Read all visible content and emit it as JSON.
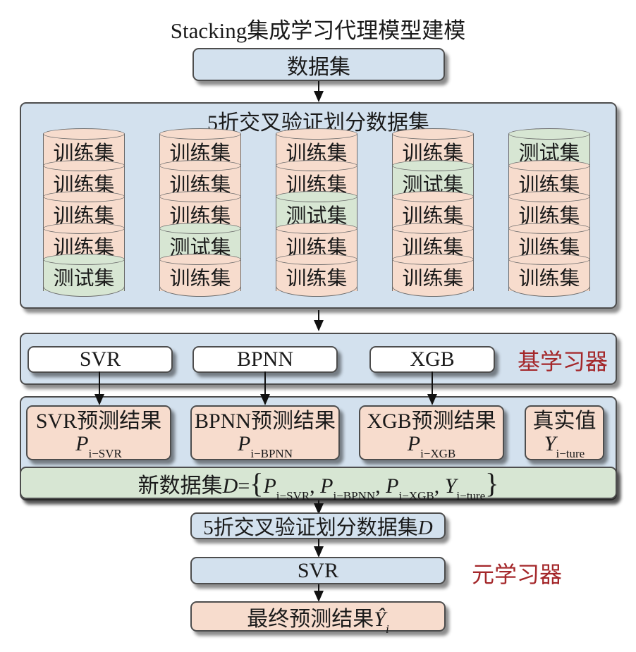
{
  "title": "Stacking集成学习代理模型建模",
  "dataset_box": "数据集",
  "cv_panel": {
    "title": "5折交叉验证划分数据集",
    "train_label": "训练集",
    "test_label": "测试集",
    "folds": [
      [
        "train",
        "train",
        "train",
        "train",
        "test"
      ],
      [
        "train",
        "train",
        "train",
        "test",
        "train"
      ],
      [
        "train",
        "train",
        "test",
        "train",
        "train"
      ],
      [
        "train",
        "test",
        "train",
        "train",
        "train"
      ],
      [
        "test",
        "train",
        "train",
        "train",
        "train"
      ]
    ]
  },
  "base_learners": {
    "label": "基学习器",
    "models": [
      "SVR",
      "BPNN",
      "XGB"
    ]
  },
  "predictions": [
    {
      "label": "SVR预测结果",
      "symbol": "P",
      "subscript": "i−SVR"
    },
    {
      "label": "BPNN预测结果",
      "symbol": "P",
      "subscript": "i−BPNN"
    },
    {
      "label": "XGB预测结果",
      "symbol": "P",
      "subscript": "i−XGB"
    },
    {
      "label": "真实值",
      "symbol": "Y",
      "subscript": "i−ture"
    }
  ],
  "new_dataset": {
    "prefix": "新数据集",
    "var": "D",
    "eq": "=",
    "open": "{",
    "close": "}",
    "items": [
      {
        "symbol": "P",
        "subscript": "i−SVR"
      },
      {
        "symbol": "P",
        "subscript": "i−BPNN"
      },
      {
        "symbol": "P",
        "subscript": "i−XGB"
      },
      {
        "symbol": "Y",
        "subscript": "i−ture"
      }
    ]
  },
  "meta_cv_box": {
    "text": "5折交叉验证划分数据集",
    "var": "D"
  },
  "meta_model_box": "SVR",
  "meta_label": "元学习器",
  "final_box": {
    "text": "最终预测结果",
    "symbol": "Ŷ",
    "subscript": "i"
  },
  "colors": {
    "blue_fill": "#d3e1ee",
    "train_fill": "#f7dccd",
    "test_fill": "#d7e6d3",
    "label_red": "#a4272a",
    "border": "#4d4d4d"
  }
}
